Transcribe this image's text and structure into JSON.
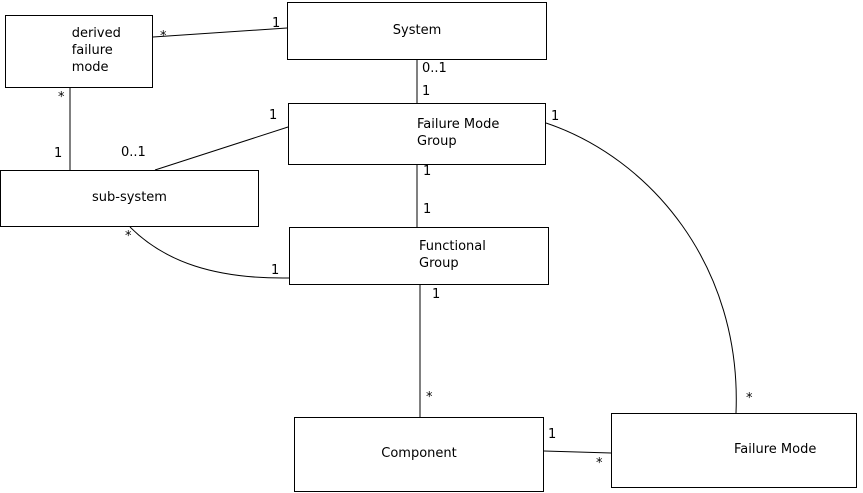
{
  "boxes": {
    "system": "System",
    "derived_failure_mode": "derived\nfailure\nmode",
    "failure_mode_group": "Failure Mode\nGroup",
    "sub_system": "sub-system",
    "functional_group": "Functional\nGroup",
    "component": "Component",
    "failure_mode": "Failure Mode"
  },
  "multiplicities": {
    "system_derived": {
      "derived_end": "*",
      "system_end": "1"
    },
    "system_fmg": {
      "system_end": "0..1",
      "fmg_end": "1"
    },
    "derived_subsystem": {
      "derived_end": "*",
      "subsystem_end": "1"
    },
    "subsystem_fmg": {
      "subsystem_end": "0..1",
      "fmg_end": "1"
    },
    "fmg_functional": {
      "fmg_end": "1",
      "functional_end": "1"
    },
    "subsystem_functional": {
      "subsystem_end": "*",
      "functional_end": "1"
    },
    "functional_component": {
      "functional_end": "1",
      "component_end": "*"
    },
    "component_failuremode": {
      "component_end": "1",
      "failuremode_end": "*"
    },
    "fmg_failuremode": {
      "fmg_end": "1",
      "failuremode_end": "*"
    }
  }
}
